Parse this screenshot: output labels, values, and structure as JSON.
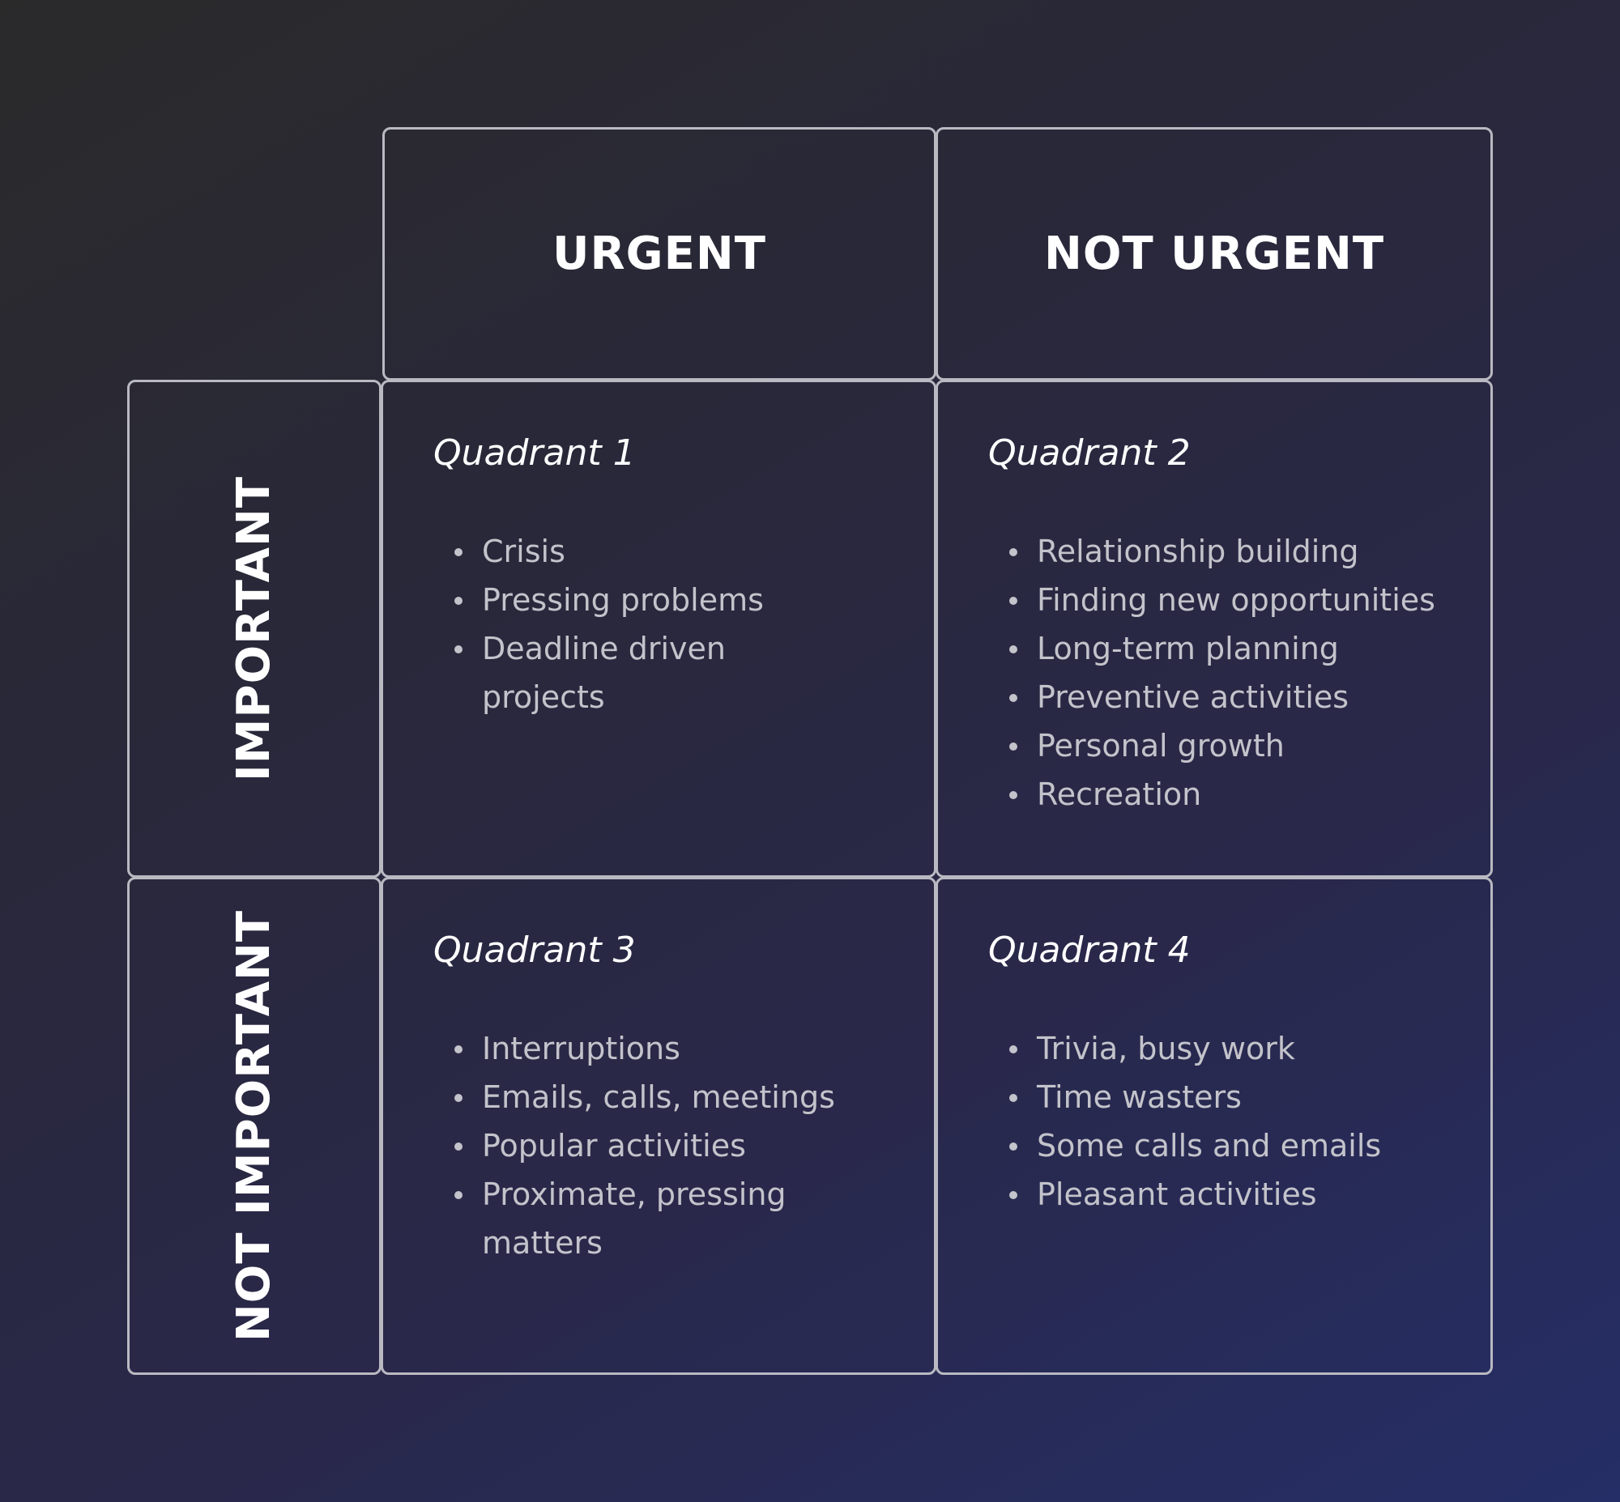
{
  "columns": {
    "urgent": "URGENT",
    "not_urgent": "NOT URGENT"
  },
  "rows": {
    "important": "IMPORTANT",
    "not_important": "NOT IMPORTANT"
  },
  "quadrants": [
    {
      "title": "Quadrant 1",
      "items": [
        "Crisis",
        "Pressing problems",
        "Deadline driven projects"
      ]
    },
    {
      "title": "Quadrant 2",
      "items": [
        "Relationship building",
        "Finding new opportunities",
        "Long-term planning",
        "Preventive activities",
        "Personal growth",
        "Recreation"
      ]
    },
    {
      "title": "Quadrant 3",
      "items": [
        "Interruptions",
        "Emails, calls, meetings",
        "Popular activities",
        "Proximate, pressing matters"
      ]
    },
    {
      "title": "Quadrant 4",
      "items": [
        "Trivia, busy work",
        "Time wasters",
        "Some calls and emails",
        "Pleasant activities"
      ]
    }
  ]
}
